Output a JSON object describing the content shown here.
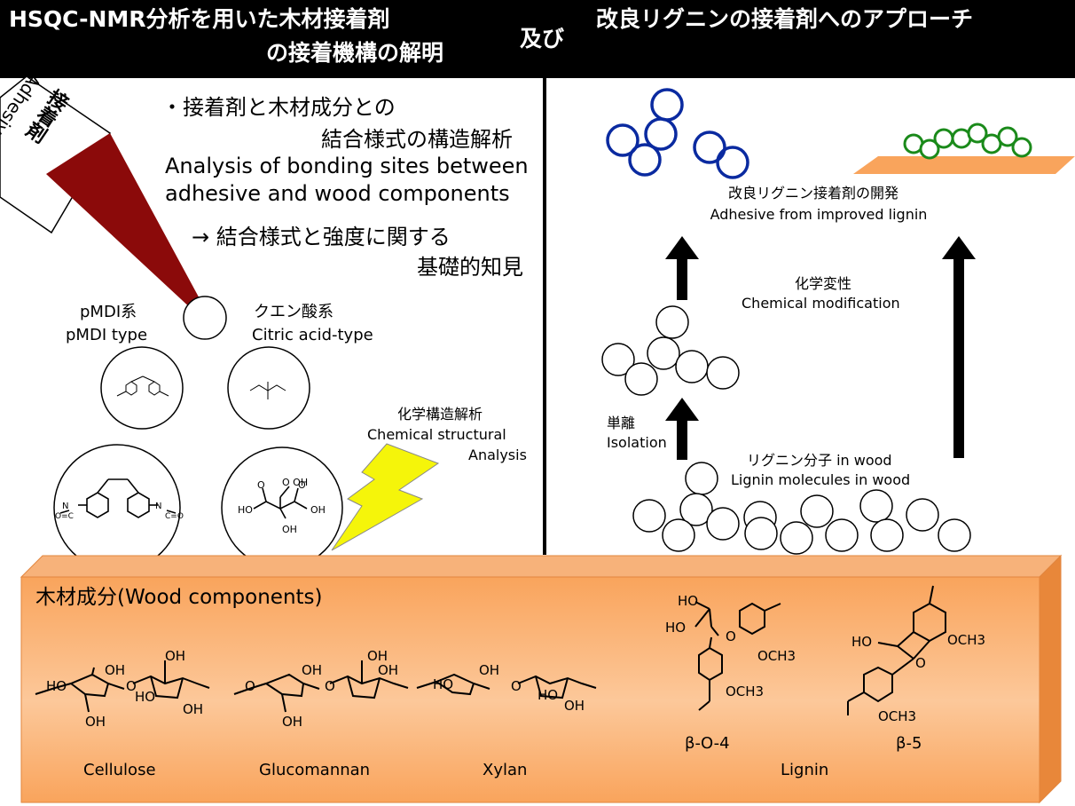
{
  "header": {
    "title_left_line1": "HSQC-NMR分析を用いた木材接着剤",
    "title_left_line2": "の接着機構の解明",
    "title_and": "及び",
    "title_right": "改良リグニンの接着剤へのアプローチ"
  },
  "adhesive_label": {
    "ja": "接着剤",
    "en": "Adhesive"
  },
  "left_panel": {
    "bullet_ja_1": "・接着剤と木材成分との",
    "bullet_ja_2": "結合様式の構造解析",
    "bullet_en_1": "Analysis of bonding sites between",
    "bullet_en_2": "adhesive and wood components",
    "result_ja_1": "→ 結合様式と強度に関する",
    "result_ja_2": "基礎的知見",
    "pmdi_ja": "pMDI系",
    "pmdi_en": "pMDI type",
    "citric_ja": "クエン酸系",
    "citric_en": "Citric acid-type",
    "analysis_ja": "化学構造解析",
    "analysis_en_1": "Chemical structural",
    "analysis_en_2": "Analysis"
  },
  "right_panel": {
    "improved_ja": "改良リグニン接着剤の開発",
    "improved_en": "Adhesive from improved lignin",
    "modification_ja": "化学変性",
    "modification_en": "Chemical modification",
    "isolation_ja": "単離",
    "isolation_en": "Isolation",
    "lignin_ja": "リグニン分子 in wood",
    "lignin_en": "Lignin molecules in wood"
  },
  "wood_box": {
    "title": "木材成分(Wood components)",
    "components": [
      "Cellulose",
      "Glucomannan",
      "Xylan",
      "Lignin"
    ],
    "lignin_units": [
      "β-O-4",
      "β-5"
    ],
    "chem_labels": {
      "oh": "OH",
      "ho": "HO",
      "och3": "OCH3",
      "o": "O",
      "n_c_o": "N=C=O"
    }
  },
  "colors": {
    "header_bg": "#000000",
    "header_text": "#ffffff",
    "adhesive_cone": "#8b0a0a",
    "wood_box": "#f9a45c",
    "wood_box_light": "#fde0c3",
    "blue_circles": "#0a2aa0",
    "green_circles": "#1a8a1a",
    "lightning": "#f5f50a",
    "orange_plate": "#f9a45c"
  }
}
